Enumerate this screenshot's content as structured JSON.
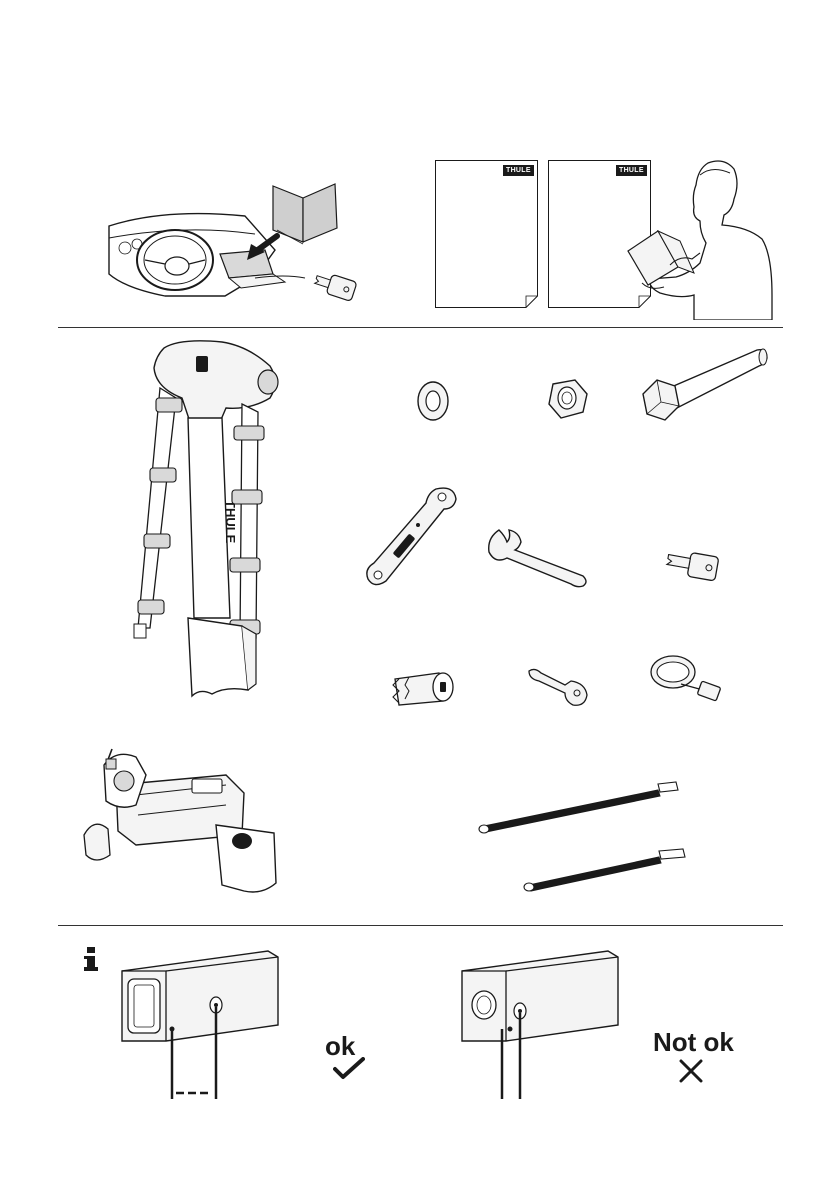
{
  "manuals": {
    "brand_logo": "THULE"
  },
  "rack_brand": "THULE",
  "hitch_check": {
    "info_icon": "info-icon",
    "ok_label": "ok",
    "not_ok_label": "Not ok"
  },
  "colors": {
    "ink": "#1a1a1a",
    "fill_light": "#f4f4f4",
    "fill_mid": "#d9d9d9"
  }
}
